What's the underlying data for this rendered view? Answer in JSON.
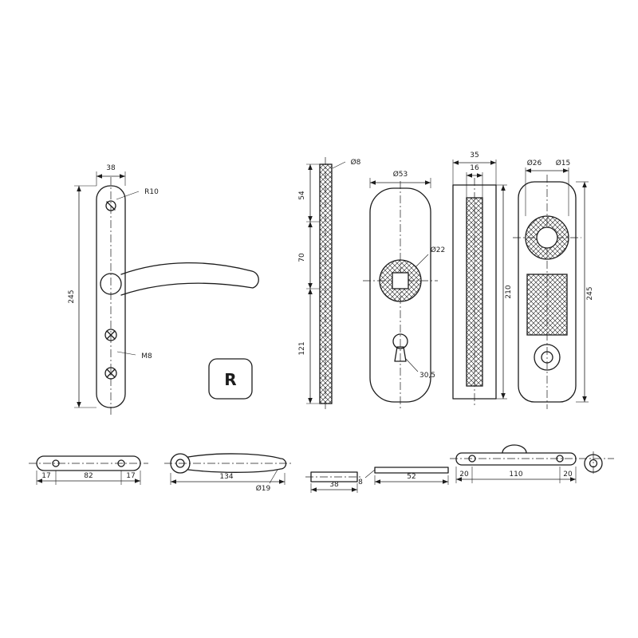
{
  "colors": {
    "ink": "#1c1c1c",
    "background": "#ffffff"
  },
  "side_view": {
    "plate_height": "245",
    "plate_width": "38",
    "lever_radius": "R10",
    "screw_note": "M8",
    "detail_label": "R"
  },
  "section_view": {
    "seg_top": "54",
    "seg_mid": "70",
    "seg_low": "121",
    "hole": "Ø8"
  },
  "front_view_a": {
    "width": "Ø53",
    "hub": "Ø22",
    "keyhole": "30,5"
  },
  "front_view_b": {
    "slot_width": "16",
    "width": "35",
    "height": "210"
  },
  "front_view_c": {
    "hub_outer": "Ø26",
    "hub_bore": "Ø15",
    "height": "245"
  },
  "plan_left": {
    "d1": "17",
    "d2": "82",
    "d3": "17"
  },
  "plan_lever": {
    "length": "134",
    "grip": "Ø19"
  },
  "plan_square": {
    "w": "38"
  },
  "plan_thin": {
    "t": "8",
    "l": "52"
  },
  "plan_right": {
    "d1": "20",
    "d2": "110",
    "d3": "20"
  }
}
